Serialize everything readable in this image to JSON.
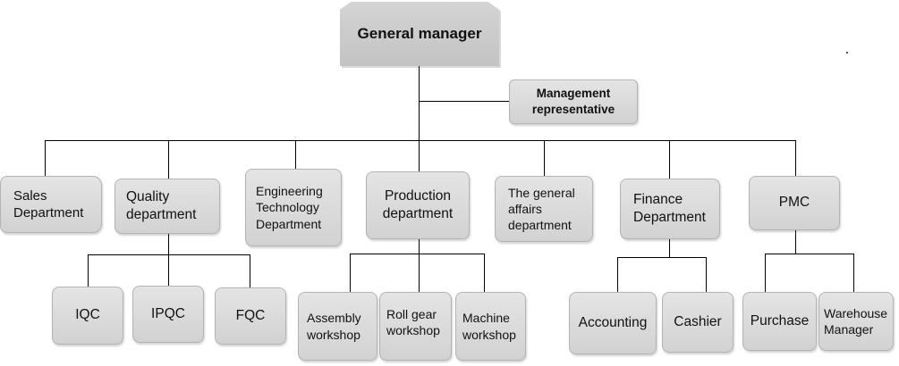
{
  "general_manager": "General manager",
  "management_representative": "Management\nrepresentative",
  "departments": {
    "sales": "Sales\nDepartment",
    "quality": "Quality\ndepartment",
    "engineering": "Engineering\nTechnology\nDepartment",
    "production": "Production\ndepartment",
    "general_affairs": "The general\naffairs\ndepartment",
    "finance": "Finance\nDepartment",
    "pmc": "PMC"
  },
  "sub_units": {
    "iqc": "IQC",
    "ipqc": "IPQC",
    "fqc": "FQC",
    "assembly": "Assembly\nworkshop",
    "roll_gear": "Roll gear\nworkshop",
    "machine": "Machine\nworkshop",
    "accounting": "Accounting",
    "cashier": "Cashier",
    "purchase": "Purchase",
    "warehouse": "Warehouse\nManager"
  },
  "colors": {
    "connector": "#000000",
    "box_fill": "#d9d9d9",
    "box_border": "#b3b3b3"
  }
}
